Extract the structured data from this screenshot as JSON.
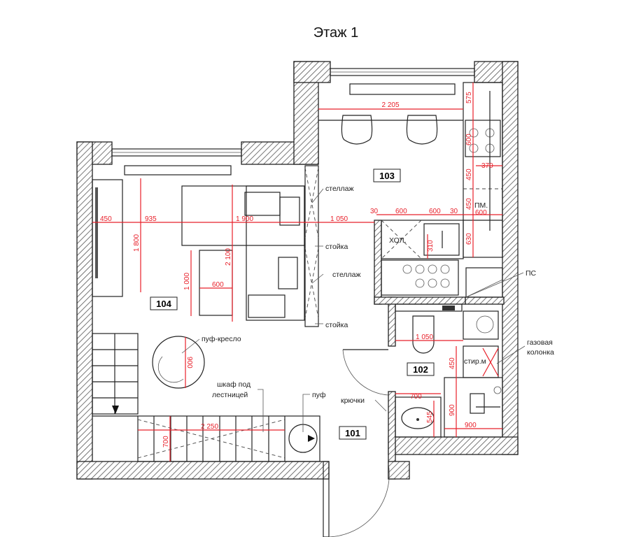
{
  "title": "Этаж 1",
  "rooms": [
    {
      "number": "101"
    },
    {
      "number": "102"
    },
    {
      "number": "103"
    },
    {
      "number": "104"
    }
  ],
  "labels": {
    "stellazh_1": "стеллаж",
    "stoika_1": "стойка",
    "stellazh_2": "стеллаж",
    "stoika_2": "стойка",
    "puf_kreslo": "пуф-кресло",
    "shkaf_line1": "шкаф под",
    "shkaf_line2": "лестницей",
    "puf": "пуф",
    "kryuchki": "крючки",
    "ps": "ПС",
    "gas_line1": "газовая",
    "gas_line2": "колонка",
    "hol": "ХОЛ.",
    "pm": "ПМ.",
    "stir": "стир.м"
  },
  "dimensions": {
    "d2205": "2 205",
    "d575": "575",
    "d600v": "600",
    "d450a": "450",
    "d370": "370",
    "d450b": "450",
    "d30a": "30",
    "d600a": "600",
    "d600b": "600",
    "d30b": "30",
    "d600c": "600",
    "d630": "630",
    "d310": "310",
    "d1050a": "1 050",
    "d450l": "450",
    "d935": "935",
    "d1900": "1 900",
    "d1800": "1 800",
    "d2100": "2 100",
    "d1000": "1 000",
    "d600t": "600",
    "d900c": "900",
    "d2250": "2 250",
    "d700s": "700",
    "d1050b": "1 050",
    "d450s": "450",
    "d700w": "700",
    "d545": "545",
    "d900v": "900",
    "d900h": "900"
  }
}
